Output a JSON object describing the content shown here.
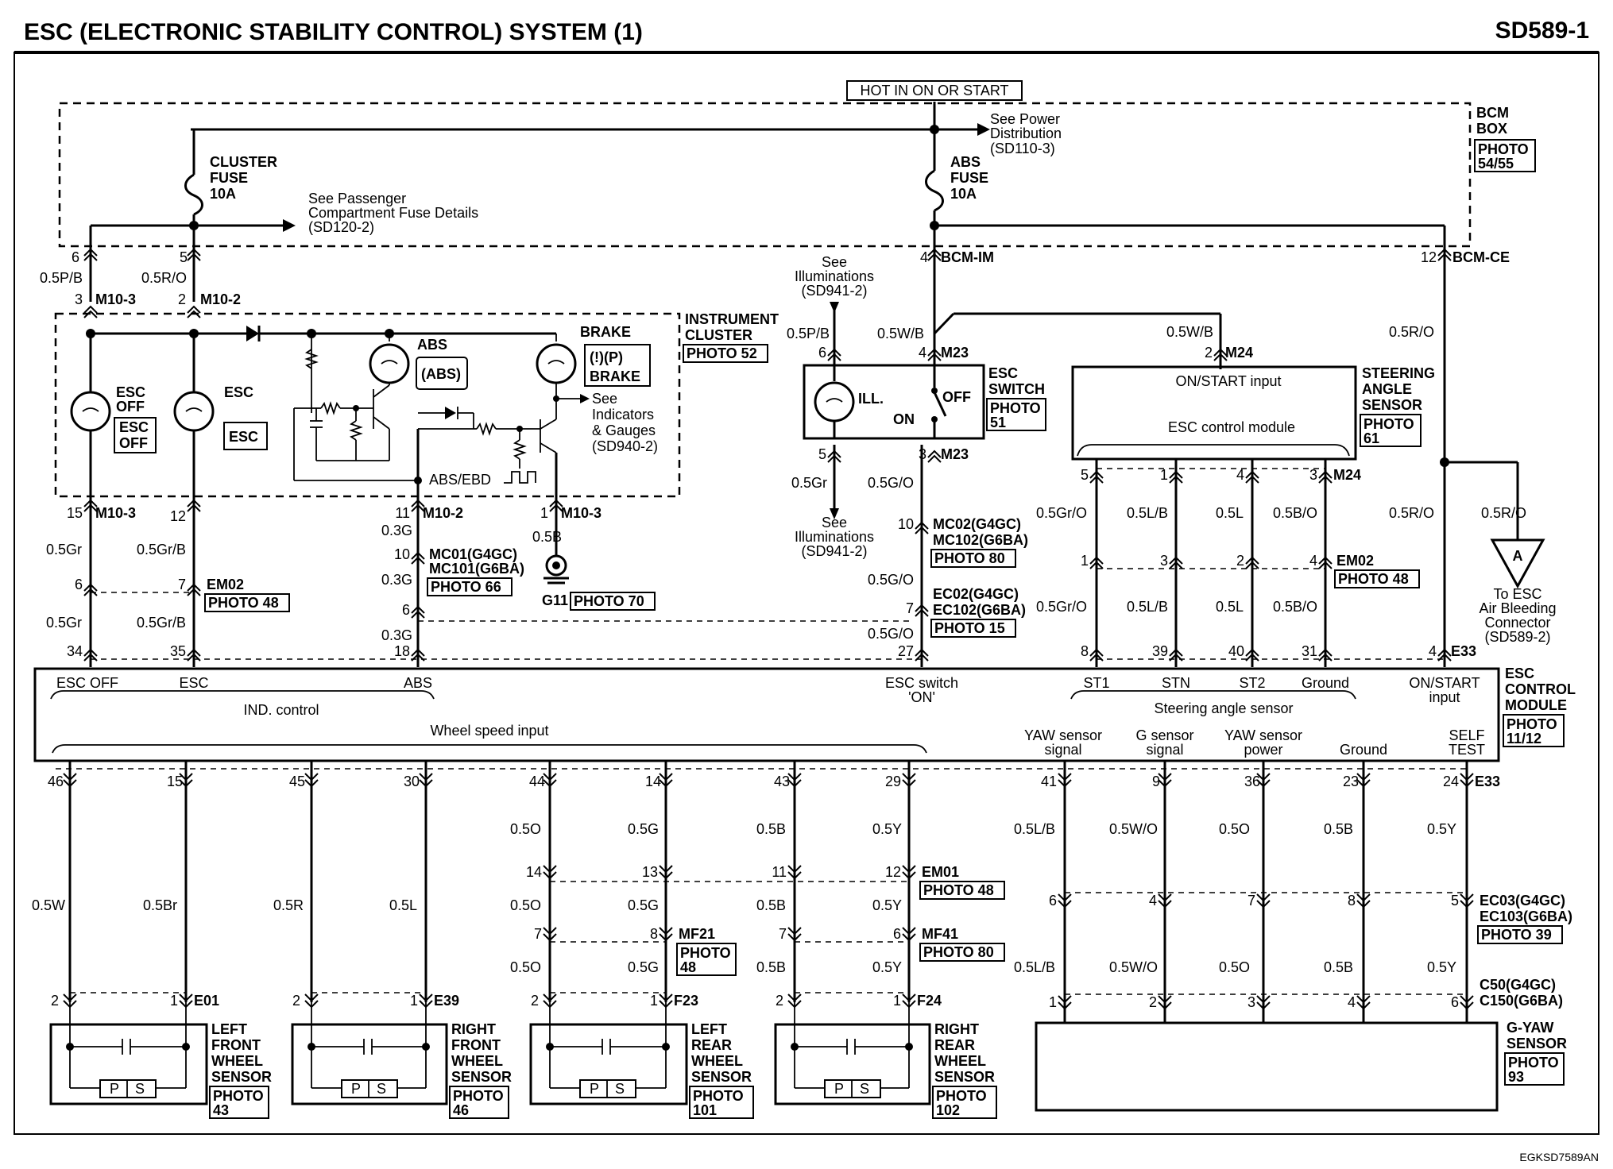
{
  "header": {
    "title": "ESC (ELECTRONIC STABILITY CONTROL) SYSTEM (1)",
    "code": "SD589-1"
  },
  "footer_code": "EGKSD7589AN",
  "power": {
    "hot_label": "HOT IN ON OR START",
    "bcm_box": "BCM BOX",
    "bcm_box_l1": "BCM",
    "bcm_box_l2": "BOX",
    "bcm_photo_l1": "PHOTO",
    "bcm_photo_l2": "54/55",
    "cluster_fuse": [
      "CLUSTER",
      "FUSE",
      "10A"
    ],
    "abs_fuse": [
      "ABS",
      "FUSE",
      "10A"
    ],
    "see_power": [
      "See Power",
      "Distribution",
      "(SD110-3)"
    ],
    "see_passenger": [
      "See Passenger",
      "Compartment Fuse Details",
      "(SD120-2)"
    ]
  },
  "connectors": {
    "bcm_im": "BCM-IM",
    "bcm_ce": "BCM-CE",
    "m10_3": "M10-3",
    "m10_2": "M10-2",
    "m23": "M23",
    "m24": "M24",
    "em02": "EM02",
    "em01": "EM01",
    "mc01": "MC01(G4GC)",
    "mc101": "MC101(G6BA)",
    "mc02": "MC02(G4GC)",
    "mc102": "MC102(G6BA)",
    "ec02": "EC02(G4GC)",
    "ec102": "EC102(G6BA)",
    "ec03": "EC03(G4GC)",
    "ec103": "EC103(G6BA)",
    "e33": "E33",
    "mf21": "MF21",
    "mf41": "MF41",
    "c50": "C50(G4GC)",
    "c150": "C150(G6BA)",
    "e01": "E01",
    "e39": "E39",
    "f23": "F23",
    "f24": "F24",
    "g11": "G11"
  },
  "photos": {
    "p52": "PHOTO 52",
    "p48a": "PHOTO 48",
    "p48b": "PHOTO 48",
    "p48c": "PHOTO 48",
    "p66": "PHOTO 66",
    "p70": "PHOTO 70",
    "p80a": "PHOTO 80",
    "p80b": "PHOTO 80",
    "p15": "PHOTO 15",
    "p39": "PHOTO 39",
    "p51": [
      "PHOTO",
      "51"
    ],
    "p61": [
      "PHOTO",
      "61"
    ],
    "p1112": [
      "PHOTO",
      "11/12"
    ],
    "p93": [
      "PHOTO",
      "93"
    ],
    "p43": [
      "PHOTO",
      "43"
    ],
    "p46": [
      "PHOTO",
      "46"
    ],
    "p101": [
      "PHOTO",
      "101"
    ],
    "p102": [
      "PHOTO",
      "102"
    ],
    "pmf21": [
      "PHOTO",
      "48"
    ]
  },
  "cluster": {
    "name": [
      "INSTRUMENT",
      "CLUSTER"
    ],
    "esc_off": [
      "ESC",
      "OFF"
    ],
    "esc_off_box": [
      "ESC",
      "OFF"
    ],
    "esc": "ESC",
    "esc_box": "ESC",
    "abs": "ABS",
    "abs_box": "(ABS)",
    "brake": "BRAKE",
    "brake_box_top": "(!)(P)",
    "brake_box_bottom": "BRAKE",
    "abs_ebd": "ABS/EBD",
    "see_indicators": [
      "See",
      "Indicators",
      "& Gauges",
      "(SD940-2)"
    ]
  },
  "esc_switch": {
    "name": [
      "ESC",
      "SWITCH"
    ],
    "ill": "ILL.",
    "off": "OFF",
    "on": "ON",
    "see_illum_top": [
      "See",
      "Illuminations",
      "(SD941-2)"
    ],
    "see_illum_bottom": [
      "See",
      "Illuminations",
      "(SD941-2)"
    ]
  },
  "steering": {
    "name": [
      "STEERING",
      "ANGLE",
      "SENSOR"
    ],
    "on_start": "ON/START input",
    "module": "ESC control module"
  },
  "esc_module": {
    "name": [
      "ESC",
      "CONTROL",
      "MODULE"
    ],
    "esc_off": "ESC OFF",
    "esc": "ESC",
    "abs": "ABS",
    "ind_control": "IND. control",
    "esc_switch_on": [
      "ESC switch",
      "'ON'"
    ],
    "st1": "ST1",
    "stn": "STN",
    "st2": "ST2",
    "ground": "Ground",
    "steering_sensor": "Steering angle sensor",
    "on_start_input": [
      "ON/START",
      "input"
    ],
    "wheel_speed": "Wheel speed input",
    "yaw_signal": [
      "YAW sensor",
      "signal"
    ],
    "g_signal": [
      "G sensor",
      "signal"
    ],
    "yaw_power": [
      "YAW sensor",
      "power"
    ],
    "ground2": "Ground",
    "self_test": [
      "SELF",
      "TEST"
    ]
  },
  "air_bleed": {
    "marker": "A",
    "text": [
      "To ESC",
      "Air Bleeding",
      "Connector",
      "(SD589-2)"
    ]
  },
  "sensors": {
    "lf": [
      "LEFT",
      "FRONT",
      "WHEEL",
      "SENSOR"
    ],
    "rf": [
      "RIGHT",
      "FRONT",
      "WHEEL",
      "SENSOR"
    ],
    "lr": [
      "LEFT",
      "REAR",
      "WHEEL",
      "SENSOR"
    ],
    "rr": [
      "RIGHT",
      "REAR",
      "WHEEL",
      "SENSOR"
    ],
    "ps_p": "P",
    "ps_s": "S",
    "gyaw": [
      "G-YAW",
      "SENSOR"
    ]
  },
  "wires": {
    "w05pb": "0.5P/B",
    "w05ro": "0.5R/O",
    "w05gr": "0.5Gr",
    "w05grb": "0.5Gr/B",
    "w03g": "0.3G",
    "w05b": "0.5B",
    "w05wb": "0.5W/B",
    "w05go": "0.5G/O",
    "w05gro": "0.5Gr/O",
    "w05lb": "0.5L/B",
    "w05l": "0.5L",
    "w05bo": "0.5B/O",
    "w05w": "0.5W",
    "w05br": "0.5Br",
    "w05r": "0.5R",
    "w05o": "0.5O",
    "w05g": "0.5G",
    "w05bb": "0.5B",
    "w05y": "0.5Y",
    "w05wo": "0.5W/O"
  }
}
